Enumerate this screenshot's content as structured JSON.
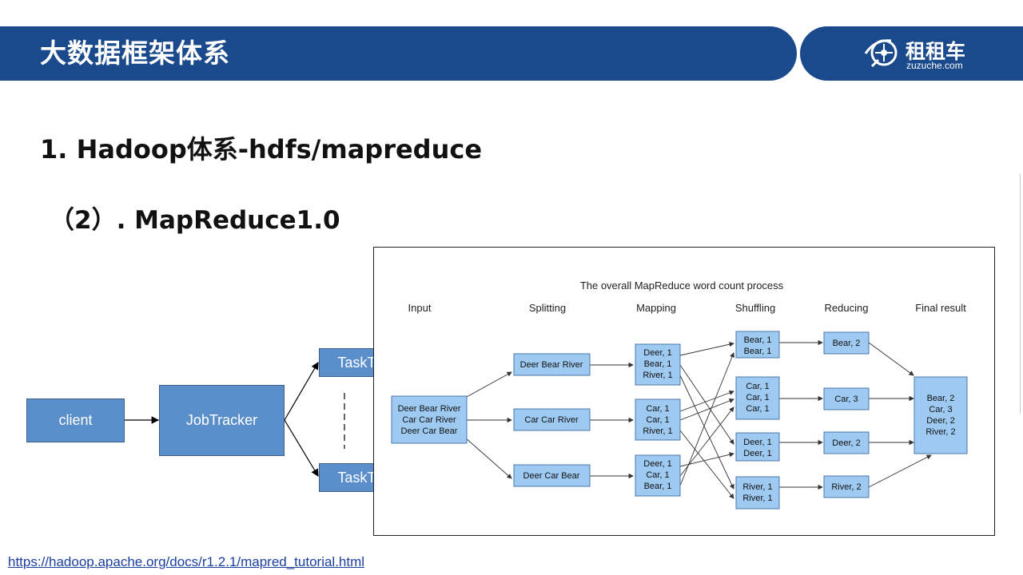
{
  "slide": {
    "title": "大数据框架体系",
    "logo_cn": "租租车",
    "logo_en": "zuzuche.com",
    "heading1": "1. Hadoop体系-hdfs/mapreduce",
    "heading2": "（2）. MapReduce1.0",
    "source_url": "https://hadoop.apache.org/docs/r1.2.1/mapred_tutorial.html"
  },
  "architecture": {
    "client": "client",
    "jobtracker": "JobTracker",
    "tasktracker_top": "TaskTracker",
    "tasktracker_bottom": "TaskTracker"
  },
  "wordcount": {
    "title": "The overall MapReduce word count process",
    "stages": {
      "input": "Input",
      "splitting": "Splitting",
      "mapping": "Mapping",
      "shuffling": "Shuffling",
      "reducing": "Reducing",
      "final": "Final result"
    },
    "input_box": {
      "l1": "Deer Bear River",
      "l2": "Car Car River",
      "l3": "Deer Car Bear"
    },
    "split": {
      "s1": "Deer Bear River",
      "s2": "Car Car River",
      "s3": "Deer Car Bear"
    },
    "map": {
      "m1": {
        "l1": "Deer, 1",
        "l2": "Bear, 1",
        "l3": "River, 1"
      },
      "m2": {
        "l1": "Car, 1",
        "l2": "Car, 1",
        "l3": "River, 1"
      },
      "m3": {
        "l1": "Deer, 1",
        "l2": "Car, 1",
        "l3": "Bear, 1"
      }
    },
    "shuffle": {
      "bear": {
        "l1": "Bear, 1",
        "l2": "Bear, 1"
      },
      "car": {
        "l1": "Car, 1",
        "l2": "Car, 1",
        "l3": "Car, 1"
      },
      "deer": {
        "l1": "Deer, 1",
        "l2": "Deer, 1"
      },
      "river": {
        "l1": "River, 1",
        "l2": "River, 1"
      }
    },
    "reduce": {
      "r1": "Bear, 2",
      "r2": "Car, 3",
      "r3": "Deer, 2",
      "r4": "River, 2"
    },
    "final": {
      "l1": "Bear, 2",
      "l2": "Car, 3",
      "l3": "Deer, 2",
      "l4": "River, 2"
    }
  },
  "colors": {
    "title_bar": "#1a4a8c",
    "box_fill": "#5b8fcc",
    "mr_box_fill": "#9ec9f0"
  }
}
